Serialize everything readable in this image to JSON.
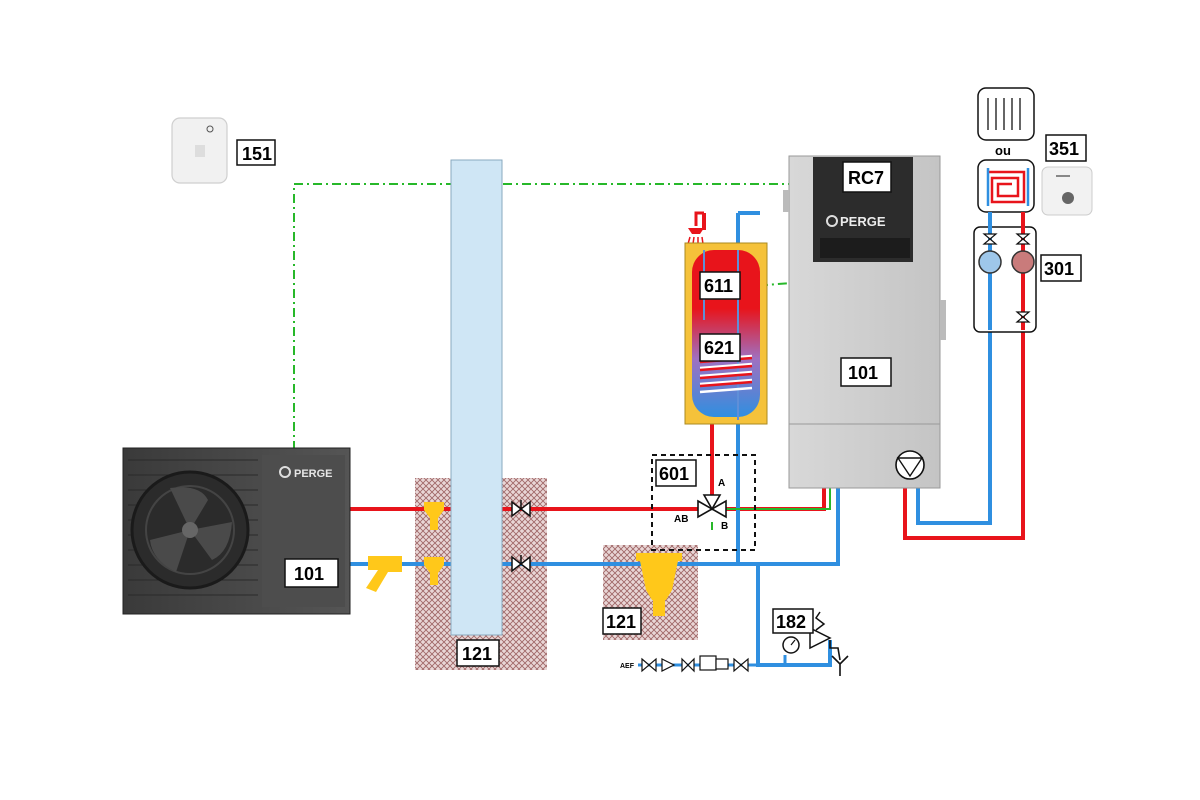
{
  "labels": {
    "l151": "151",
    "l101_pac": "101",
    "l121_left": "121",
    "l121_right": "121",
    "l611": "611",
    "l621": "621",
    "l601": "601",
    "l101_boiler": "101",
    "rc7": "RC7",
    "l351": "351",
    "l301": "301",
    "l182": "182"
  },
  "brand": {
    "perge_pac": "PERGE",
    "perge_boiler": "PERGE"
  },
  "valve_ports": {
    "a": "A",
    "b": "B",
    "ab": "AB"
  },
  "ou": "ou",
  "aef": "AEF",
  "colors": {
    "hot": "#e8141b",
    "cold": "#2f8fe0",
    "signal_green": "#27b82a",
    "hatch": "#c9a0a0",
    "yellow": "#ffc81a",
    "column": "#cfe6f5"
  }
}
